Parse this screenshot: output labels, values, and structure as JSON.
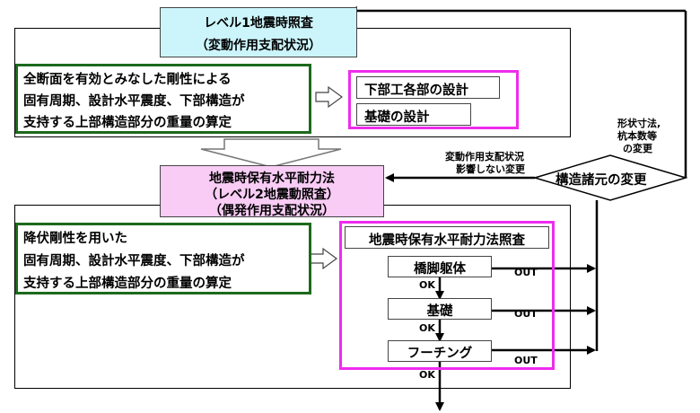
{
  "level1": {
    "title": "レベル1地震時照査",
    "subtitle": "（変動作用支配状況）",
    "box_lines": [
      "全断面を有効とみなした剛性による",
      "固有周期、設計水平震度、下部構造が",
      "支持する上部構造部分の重量の算定"
    ],
    "design_items": [
      "下部工各部の設計",
      "基礎の設計"
    ]
  },
  "level2": {
    "title": "地震時保有水平耐力法",
    "subtitle1": "（レベル2地震動照査）",
    "subtitle2": "（偶発作用支配状況）",
    "box_lines": [
      "降伏剛性を用いた",
      "固有周期、設計水平震度、下部構造が",
      "支持する上部構造部分の重量の算定"
    ],
    "check_title": "地震時保有水平耐力法照査",
    "checks": [
      "橋脚躯体",
      "基礎",
      "フーチング"
    ],
    "ok_label": "OK",
    "out_label": "OUT"
  },
  "change": {
    "diamond_label": "構造諸元の変更",
    "upper_note": [
      "形状寸法,",
      "杭本数等",
      "の変更"
    ],
    "lower_note": [
      "変動作用支配状況",
      "影響しない変更"
    ]
  },
  "colors": {
    "level1_fill": "#ccf5fb",
    "level2_fill": "#f8ccf5",
    "green": "#1c6a1c",
    "magenta": "#ee2cee"
  }
}
